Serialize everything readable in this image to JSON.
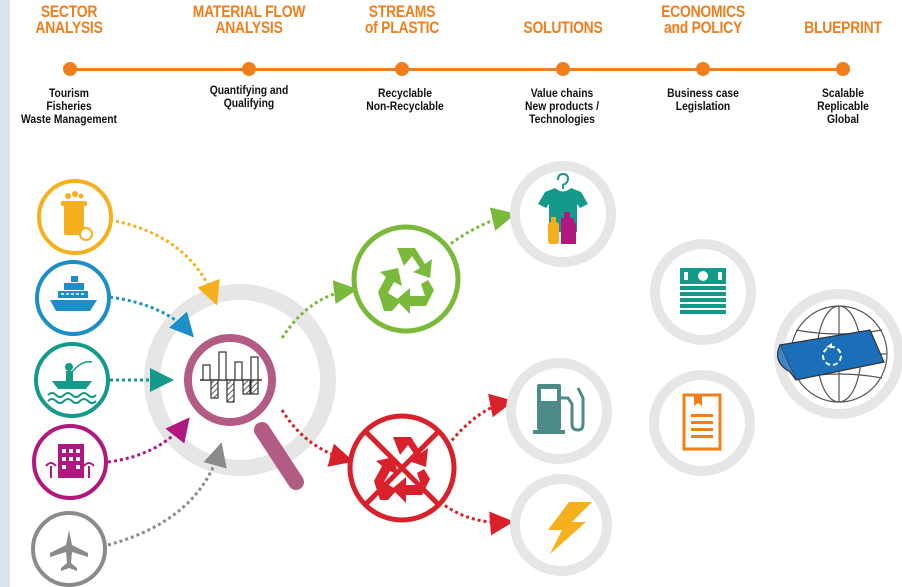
{
  "stages": [
    {
      "title_lines": [
        "SECTOR",
        "ANALYSIS"
      ],
      "sub_lines": [
        "Tourism",
        "Fisheries",
        "Waste Management"
      ]
    },
    {
      "title_lines": [
        "MATERIAL FLOW",
        "ANALYSIS"
      ],
      "sub_lines": [
        "Quantifying and",
        "Qualifying"
      ]
    },
    {
      "title_lines": [
        "STREAMS",
        "of PLASTIC"
      ],
      "sub_lines": [
        "Recyclable",
        "Non-Recyclable"
      ]
    },
    {
      "title_lines": [
        "SOLUTIONS"
      ],
      "sub_lines": [
        "Value chains",
        "New products /",
        "Technologies"
      ]
    },
    {
      "title_lines": [
        "ECONOMICS",
        "and POLICY"
      ],
      "sub_lines": [
        "Business case",
        "Legislation"
      ]
    },
    {
      "title_lines": [
        "BLUEPRINT"
      ],
      "sub_lines": [
        "Scalable",
        "Replicable",
        "Global"
      ]
    }
  ],
  "colors": {
    "orange": "#f07f1b",
    "yellow": "#f6b01e",
    "blue": "#1b8fc7",
    "teal": "#149a8a",
    "magenta": "#b0177f",
    "gray": "#8b8b8b",
    "mauve": "#b25b85",
    "green": "#7bb93a",
    "red": "#d8212a",
    "ring": "#e6e6e6"
  },
  "icons": {
    "sector": [
      "waste-bin-icon",
      "cruise-ship-icon",
      "fishing-boat-icon",
      "hotel-icon",
      "airplane-icon"
    ],
    "analysis": "magnifier-chart-icon",
    "streams": [
      "recycle-icon",
      "non-recyclable-icon"
    ],
    "solutions": [
      "clothing-products-icon",
      "fuel-pump-icon",
      "lightning-energy-icon"
    ],
    "economics": [
      "money-stack-icon",
      "document-icon"
    ],
    "blueprint": "globe-blueprint-icon"
  }
}
